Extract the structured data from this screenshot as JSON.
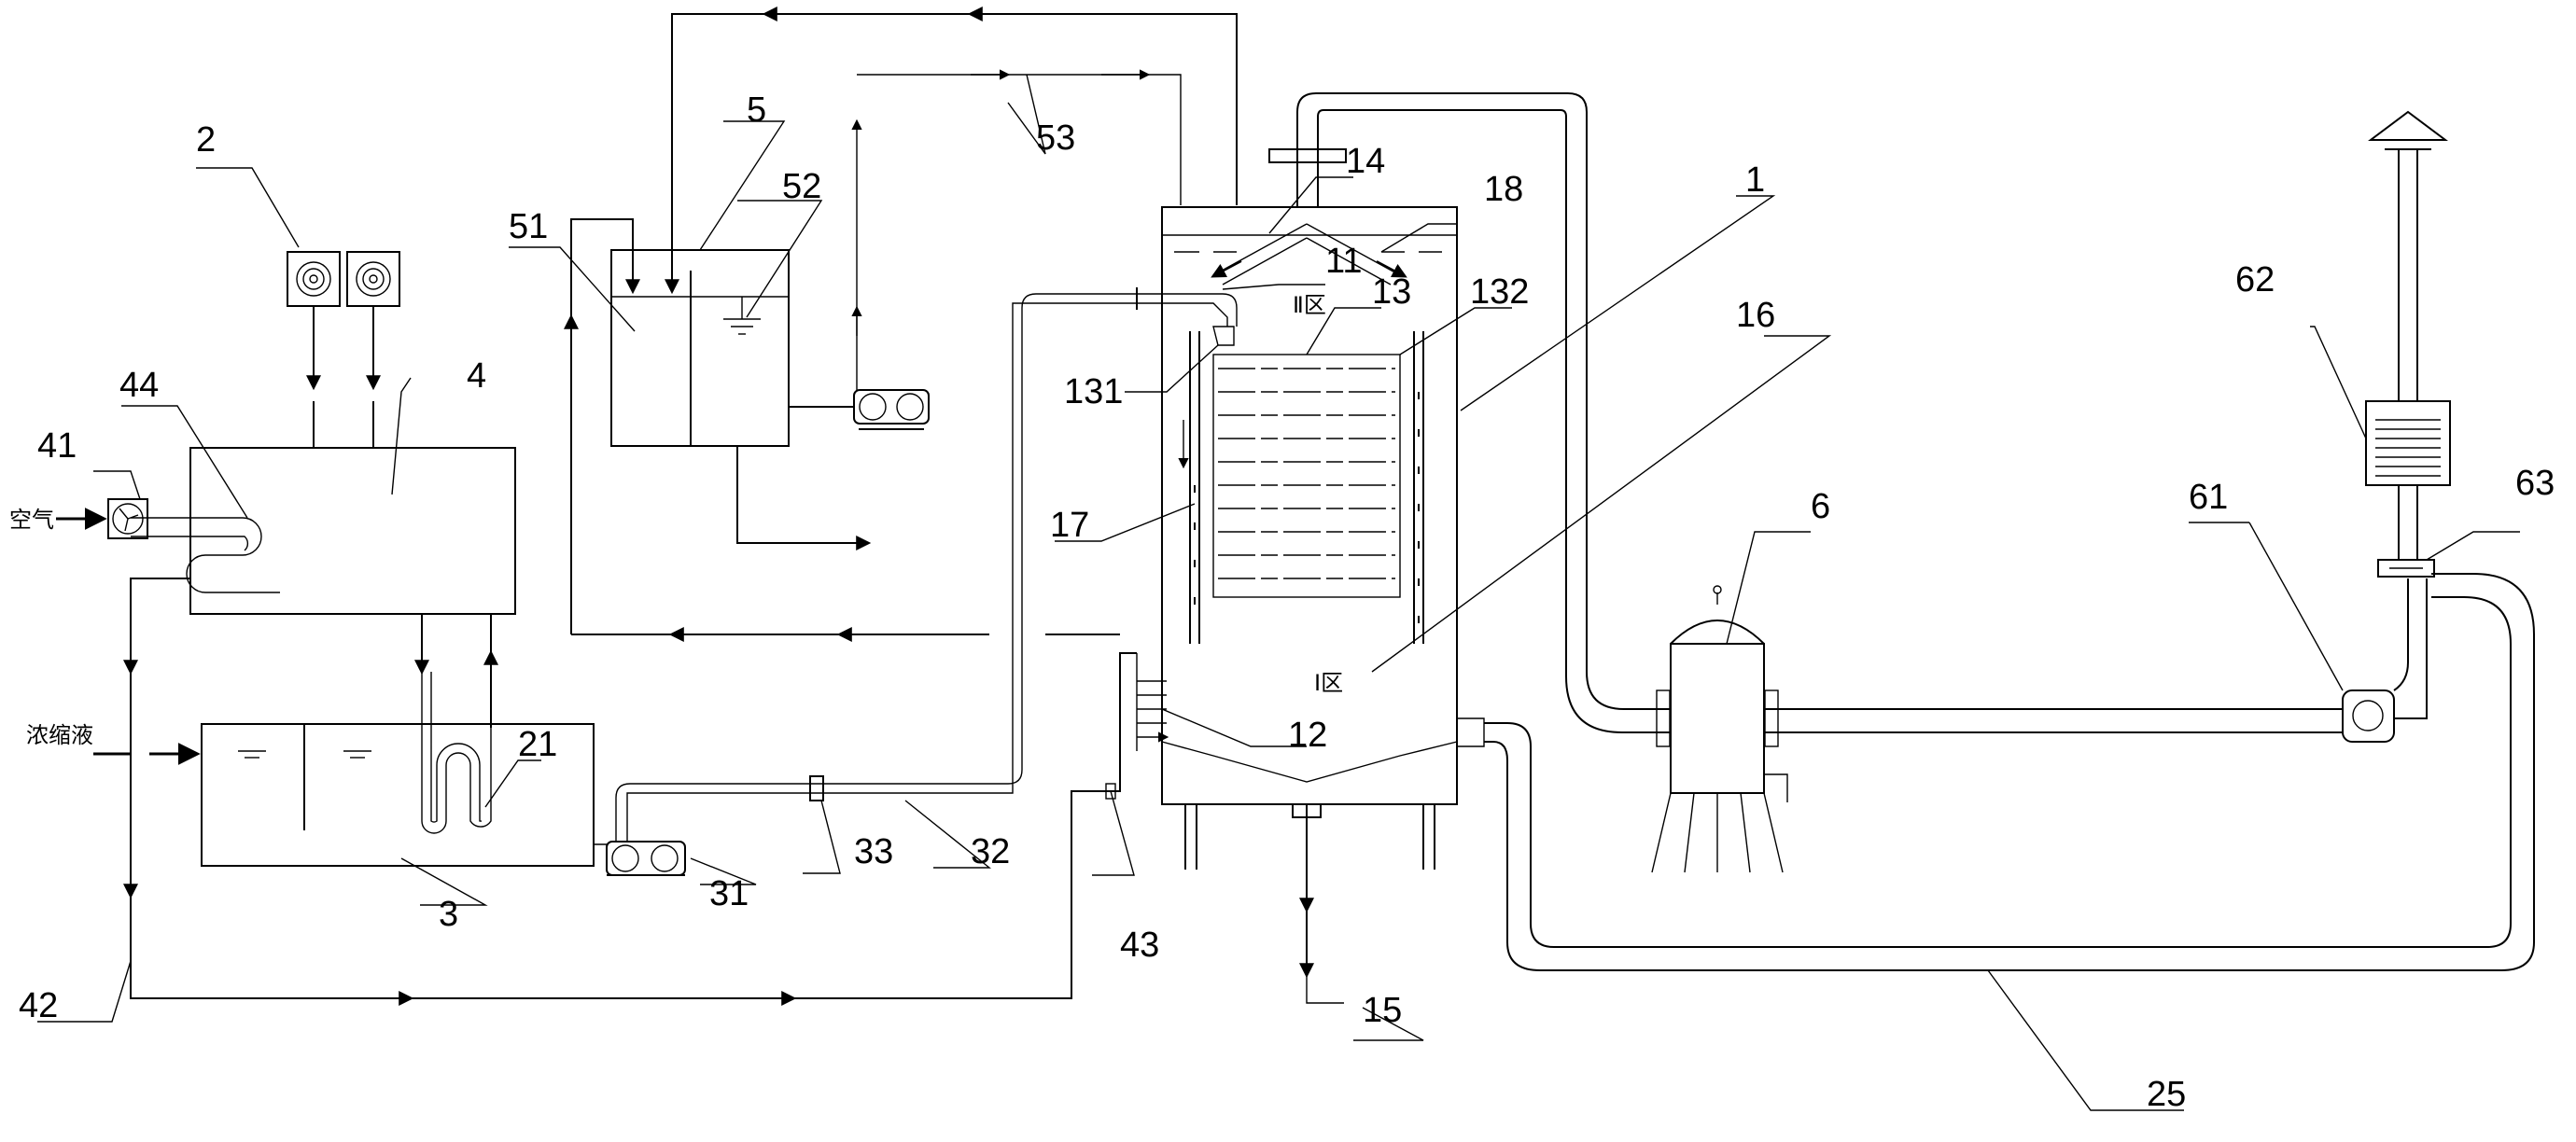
{
  "labels": {
    "n1": "1",
    "n2": "2",
    "n3": "3",
    "n4": "4",
    "n5": "5",
    "n6": "6",
    "n11": "11",
    "n12": "12",
    "n13": "13",
    "n14": "14",
    "n15": "15",
    "n16": "16",
    "n17": "17",
    "n18": "18",
    "n21": "21",
    "n25": "25",
    "n31": "31",
    "n32": "32",
    "n33": "33",
    "n41": "41",
    "n42": "42",
    "n43": "43",
    "n44": "44",
    "n51": "51",
    "n52": "52",
    "n53": "53",
    "n61": "61",
    "n62": "62",
    "n63": "63",
    "n131": "131",
    "n132": "132"
  },
  "text": {
    "air": "空气",
    "concentrate": "浓缩液",
    "zone2": "Ⅱ区",
    "zone1": "Ⅰ区"
  }
}
